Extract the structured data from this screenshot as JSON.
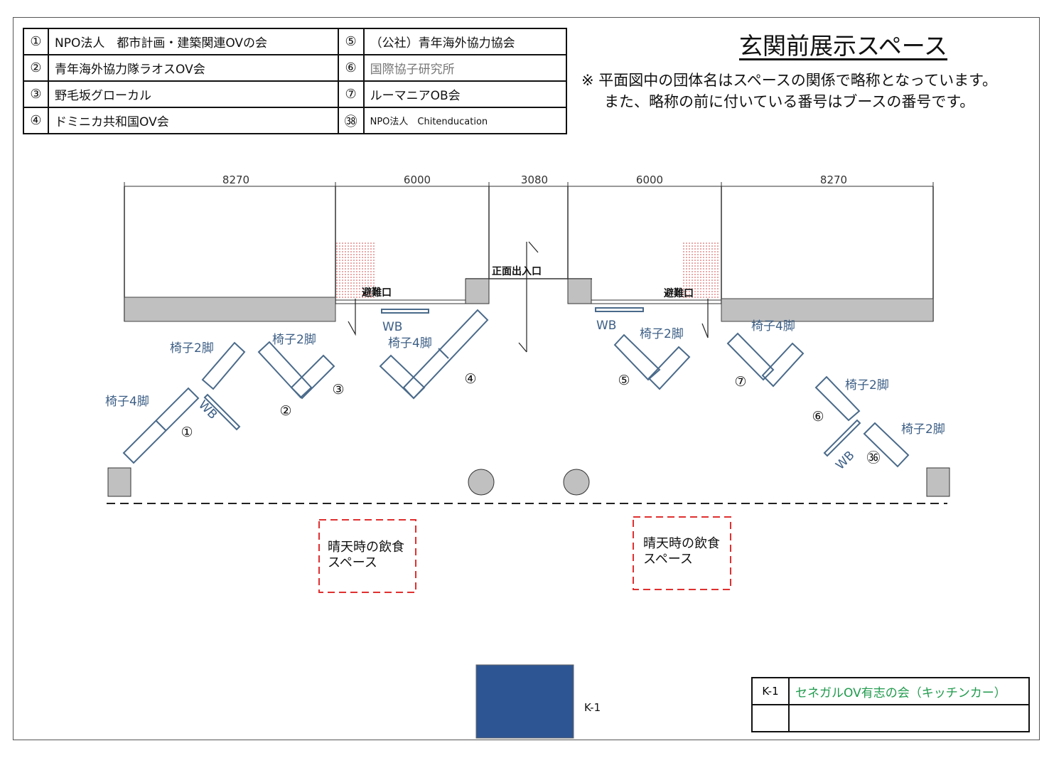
{
  "title": "玄関前展示スペース",
  "note": {
    "line1": "※ 平面図中の団体名はスペースの関係で略称となっています。",
    "line2": "また、略称の前に付いている番号はブースの番号です。"
  },
  "legend": [
    {
      "num": "①",
      "name": "NPO法人　都市計画・建築関連OVの会"
    },
    {
      "num": "⑤",
      "name": "（公社）青年海外協力協会"
    },
    {
      "num": "②",
      "name": "青年海外協力隊ラオスOV会"
    },
    {
      "num": "⑥",
      "name": "国際協子研究所"
    },
    {
      "num": "③",
      "name": "野毛坂グローカル"
    },
    {
      "num": "⑦",
      "name": "ルーマニアOB会"
    },
    {
      "num": "④",
      "name": "ドミニカ共和国OV会"
    },
    {
      "num": "㊳",
      "name": "NPO法人　Chitenducation"
    }
  ],
  "dimensions": [
    "8270",
    "6000",
    "3080",
    "6000",
    "8270"
  ],
  "plan_labels": {
    "main_entrance": "正面出入口",
    "emergency_exit_left": "避難口",
    "emergency_exit_right": "避難口",
    "wb": "WB",
    "chair2": "椅子2脚",
    "chair4": "椅子4脚"
  },
  "booths": [
    "①",
    "②",
    "③",
    "④",
    "⑤",
    "⑥",
    "⑦",
    "㊱"
  ],
  "food_space": {
    "line1": "晴天時の飲食",
    "line2": "スペース"
  },
  "kitchen_car": {
    "marker_label": "K-1",
    "code": "K-1",
    "name": "セネガルOV有志の会（キッチンカー）"
  },
  "colors": {
    "furniture": "#4a6a8a",
    "kitchen_car": "#2e5593",
    "food_space": "#e03030",
    "kitchen_name": "#1f9a4c"
  }
}
